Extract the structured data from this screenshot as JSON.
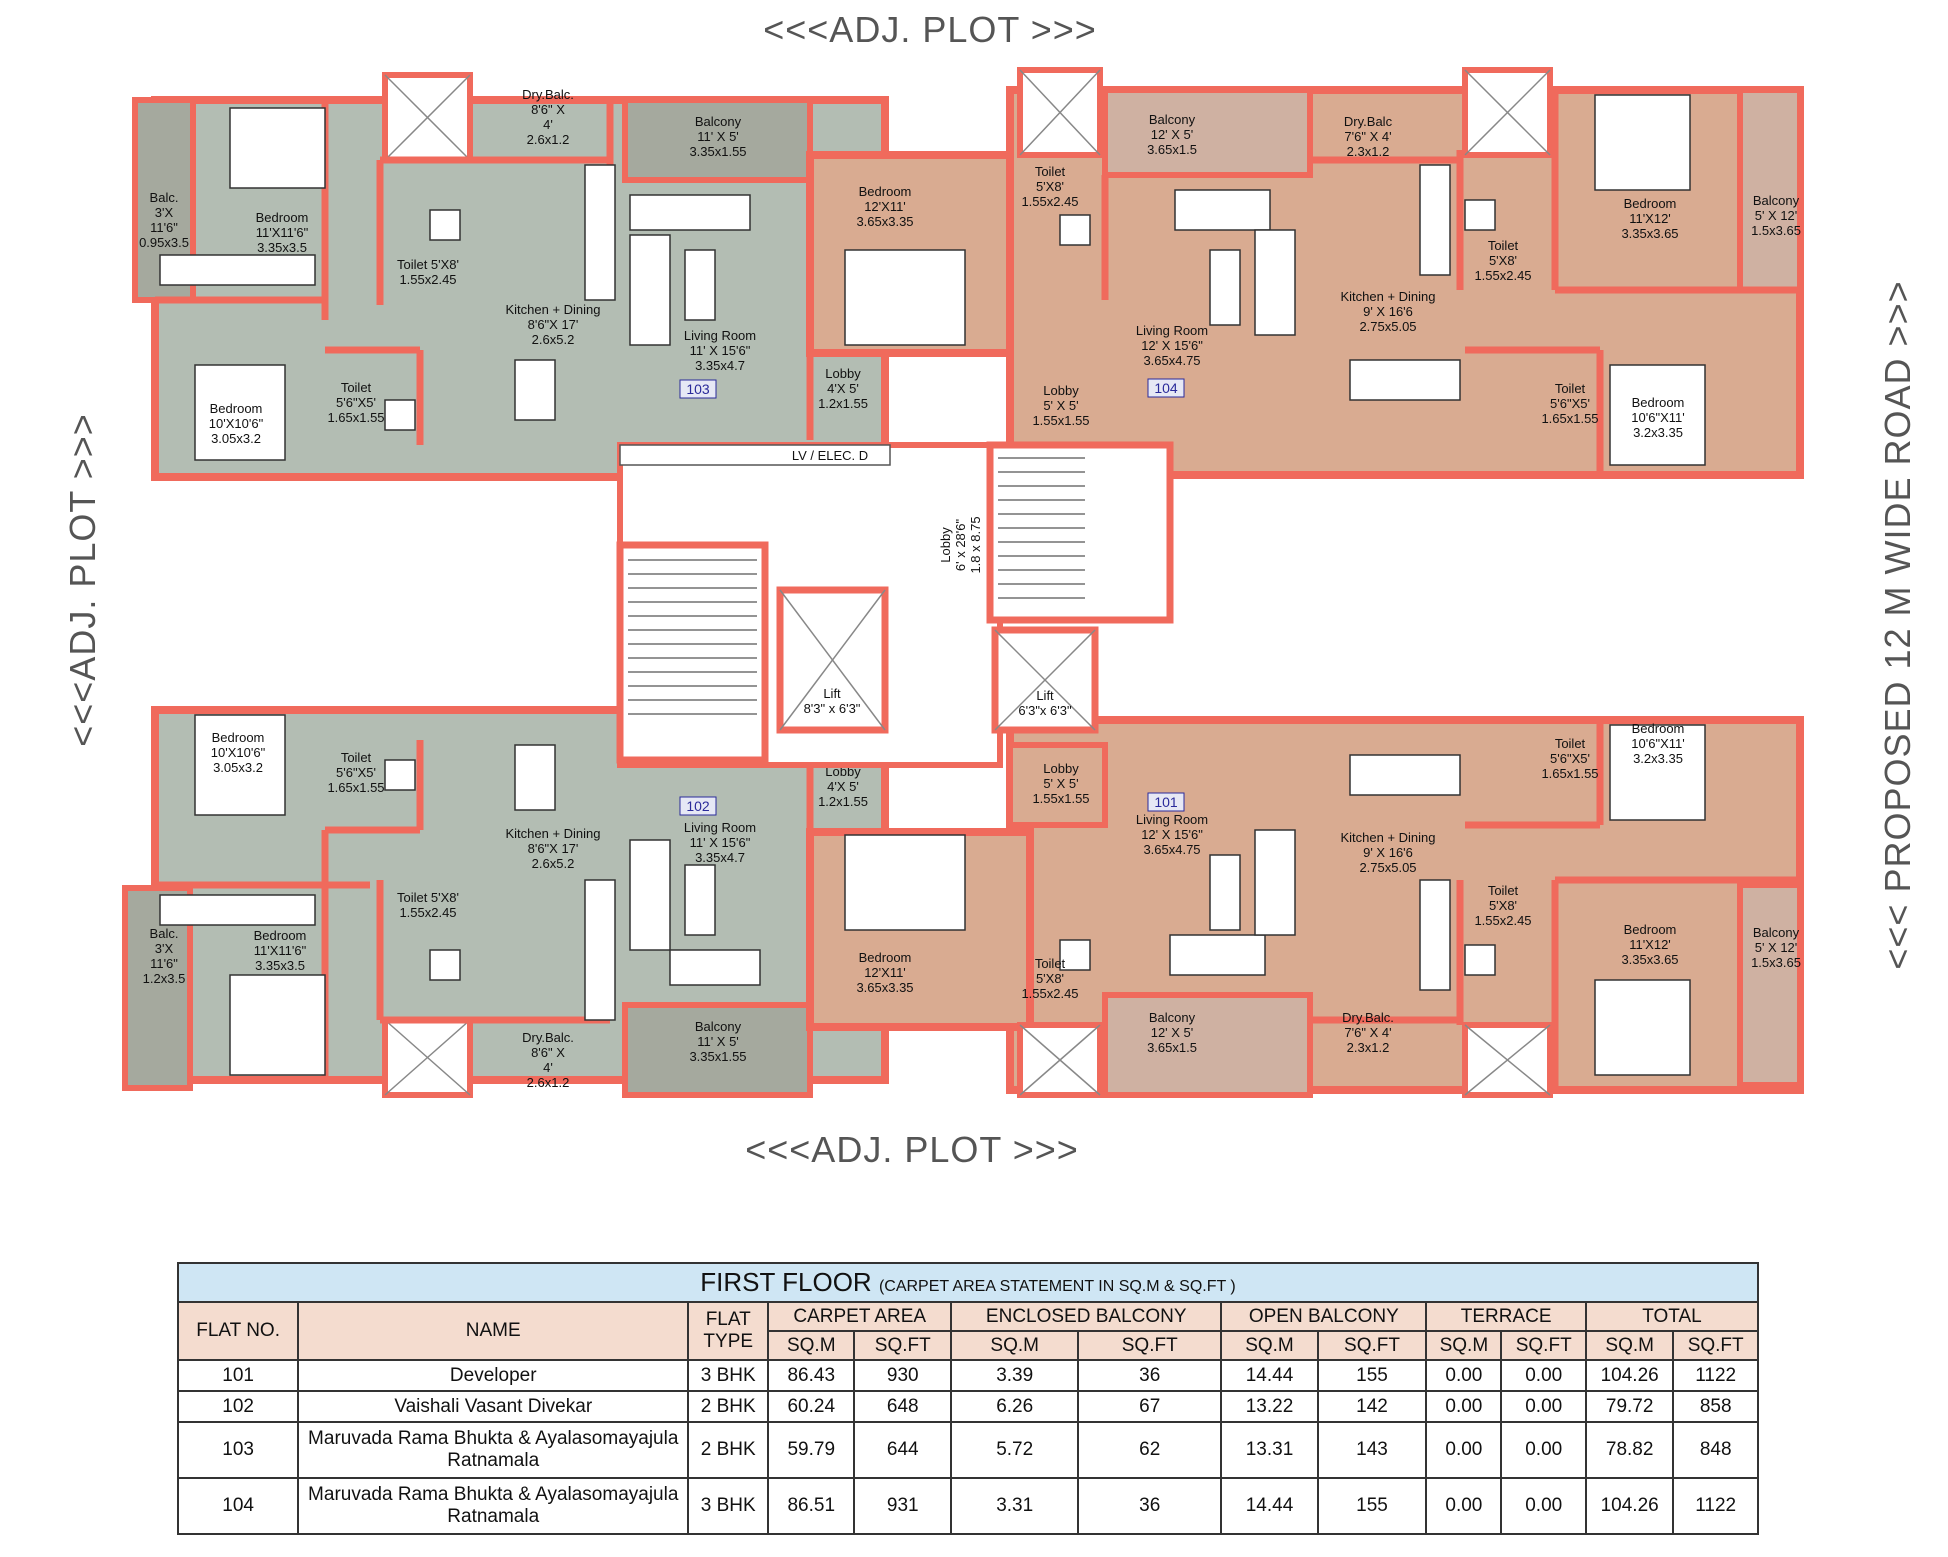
{
  "edge_labels": {
    "top": "<<<ADJ. PLOT >>>",
    "bottom": "<<<ADJ. PLOT >>>",
    "left": "<<<ADJ. PLOT >>>",
    "right": "<<< PROPOSED 12 M WIDE ROAD >>>"
  },
  "colors": {
    "wall": "#f06a5c",
    "flat_grey": "#b3bdb3",
    "flat_tan": "#d9ab91",
    "balcony_grey": "#a5a99e",
    "balcony_tan": "#cfb1a2",
    "table_caption_bg": "#cfe6f4",
    "table_header_bg": "#f4dccf"
  },
  "flats": {
    "f103": {
      "number": "103",
      "rooms": [
        {
          "id": "bal_a",
          "lines": [
            "Balc.",
            "3'X",
            "11'6\"",
            "0.95x3.5"
          ]
        },
        {
          "id": "bed_a",
          "lines": [
            "Bedroom",
            "11'X11'6\"",
            "3.35x3.5"
          ]
        },
        {
          "id": "dry",
          "lines": [
            "Dry.Balc.",
            "8'6\" X",
            "4'",
            "2.6x1.2"
          ]
        },
        {
          "id": "balcony",
          "lines": [
            "Balcony",
            "11' X 5'",
            "3.35x1.55"
          ]
        },
        {
          "id": "toilet_a",
          "lines": [
            "Toilet 5'X8'",
            "1.55x2.45"
          ]
        },
        {
          "id": "kitchen",
          "lines": [
            "Kitchen + Dining",
            "8'6\"X 17'",
            "2.6x5.2"
          ]
        },
        {
          "id": "living",
          "lines": [
            "Living Room",
            "11' X 15'6\"",
            "3.35x4.7"
          ]
        },
        {
          "id": "bed_b",
          "lines": [
            "Bedroom",
            "10'X10'6\"",
            "3.05x3.2"
          ]
        },
        {
          "id": "toilet_b",
          "lines": [
            "Toilet",
            "5'6\"X5'",
            "1.65x1.55"
          ]
        },
        {
          "id": "lobby",
          "lines": [
            "Lobby",
            "4'X 5'",
            "1.2x1.55"
          ]
        }
      ]
    },
    "f102": {
      "number": "102",
      "rooms": [
        {
          "id": "bed_b",
          "lines": [
            "Bedroom",
            "10'X10'6\"",
            "3.05x3.2"
          ]
        },
        {
          "id": "toilet_b",
          "lines": [
            "Toilet",
            "5'6\"X5'",
            "1.65x1.55"
          ]
        },
        {
          "id": "kitchen",
          "lines": [
            "Kitchen + Dining",
            "8'6\"X 17'",
            "2.6x5.2"
          ]
        },
        {
          "id": "living",
          "lines": [
            "Living Room",
            "11' X 15'6\"",
            "3.35x4.7"
          ]
        },
        {
          "id": "lobby",
          "lines": [
            "Lobby",
            "4'X 5'",
            "1.2x1.55"
          ]
        },
        {
          "id": "toilet_a",
          "lines": [
            "Toilet 5'X8'",
            "1.55x2.45"
          ]
        },
        {
          "id": "bal_a",
          "lines": [
            "Balc.",
            "3'X",
            "11'6\"",
            "1.2x3.5"
          ]
        },
        {
          "id": "bed_a",
          "lines": [
            "Bedroom",
            "11'X11'6\"",
            "3.35x3.5"
          ]
        },
        {
          "id": "dry",
          "lines": [
            "Dry.Balc.",
            "8'6\" X",
            "4'",
            "2.6x1.2"
          ]
        },
        {
          "id": "balcony",
          "lines": [
            "Balcony",
            "11' X 5'",
            "3.35x1.55"
          ]
        }
      ]
    },
    "f104": {
      "number": "104",
      "rooms": [
        {
          "id": "bed_c",
          "lines": [
            "Bedroom",
            "12'X11'",
            "3.65x3.35"
          ]
        },
        {
          "id": "toilet_c",
          "lines": [
            "Toilet",
            "5'X8'",
            "1.55x2.45"
          ]
        },
        {
          "id": "balcony",
          "lines": [
            "Balcony",
            "12' X 5'",
            "3.65x1.5"
          ]
        },
        {
          "id": "dry",
          "lines": [
            "Dry.Balc",
            "7'6\" X 4'",
            "2.3x1.2"
          ]
        },
        {
          "id": "bed_a",
          "lines": [
            "Bedroom",
            "11'X12'",
            "3.35x3.65"
          ]
        },
        {
          "id": "bal_side",
          "lines": [
            "Balcony",
            "5' X 12'",
            "1.5x3.65"
          ]
        },
        {
          "id": "toilet_a",
          "lines": [
            "Toilet",
            "5'X8'",
            "1.55x2.45"
          ]
        },
        {
          "id": "kitchen",
          "lines": [
            "Kitchen + Dining",
            "9' X 16'6",
            "2.75x5.05"
          ]
        },
        {
          "id": "living",
          "lines": [
            "Living Room",
            "12' X 15'6\"",
            "3.65x4.75"
          ]
        },
        {
          "id": "lobby",
          "lines": [
            "Lobby",
            "5' X 5'",
            "1.55x1.55"
          ]
        },
        {
          "id": "toilet_b",
          "lines": [
            "Toilet",
            "5'6\"X5'",
            "1.65x1.55"
          ]
        },
        {
          "id": "bed_b",
          "lines": [
            "Bedroom",
            "10'6\"X11'",
            "3.2x3.35"
          ]
        }
      ]
    },
    "f101": {
      "number": "101",
      "rooms": [
        {
          "id": "lobby",
          "lines": [
            "Lobby",
            "5' X 5'",
            "1.55x1.55"
          ]
        },
        {
          "id": "living",
          "lines": [
            "Living Room",
            "12' X 15'6\"",
            "3.65x4.75"
          ]
        },
        {
          "id": "kitchen",
          "lines": [
            "Kitchen + Dining",
            "9' X 16'6",
            "2.75x5.05"
          ]
        },
        {
          "id": "toilet_b",
          "lines": [
            "Toilet",
            "5'6\"X5'",
            "1.65x1.55"
          ]
        },
        {
          "id": "bed_b",
          "lines": [
            "Bedroom",
            "10'6\"X11'",
            "3.2x3.35"
          ]
        },
        {
          "id": "toilet_a",
          "lines": [
            "Toilet",
            "5'X8'",
            "1.55x2.45"
          ]
        },
        {
          "id": "bed_a",
          "lines": [
            "Bedroom",
            "11'X12'",
            "3.35x3.65"
          ]
        },
        {
          "id": "bal_side",
          "lines": [
            "Balcony",
            "5' X 12'",
            "1.5x3.65"
          ]
        },
        {
          "id": "bed_c",
          "lines": [
            "Bedroom",
            "12'X11'",
            "3.65x3.35"
          ]
        },
        {
          "id": "toilet_c",
          "lines": [
            "Toilet",
            "5'X8'",
            "1.55x2.45"
          ]
        },
        {
          "id": "balcony",
          "lines": [
            "Balcony",
            "12' X 5'",
            "3.65x1.5"
          ]
        },
        {
          "id": "dry",
          "lines": [
            "Dry.Balc.",
            "7'6\" X 4'",
            "2.3x1.2"
          ]
        }
      ]
    }
  },
  "core": {
    "lobby": {
      "lines": [
        "Lobby",
        "6' x 28'6\"",
        "1.8 x 8.75"
      ]
    },
    "lift_left": {
      "lines": [
        "Lift",
        "8'3\" x 6'3\""
      ]
    },
    "lift_right": {
      "lines": [
        "Lift",
        "6'3\"x 6'3\""
      ]
    },
    "duct": "LV / ELEC. D"
  },
  "table": {
    "title": "FIRST FLOOR",
    "subtitle": "(CARPET AREA STATEMENT IN SQ.M & SQ.FT )",
    "headers": {
      "flat_no": "FLAT NO.",
      "name": "NAME",
      "flat_type": "FLAT TYPE",
      "carpet": "CARPET AREA",
      "enclosed": "ENCLOSED BALCONY",
      "open": "OPEN BALCONY",
      "terrace": "TERRACE",
      "total": "TOTAL",
      "sqm": "SQ.M",
      "sqft": "SQ.FT"
    },
    "rows": [
      {
        "flat": "101",
        "name": "Developer",
        "type": "3 BHK",
        "carpet_sqm": "86.43",
        "carpet_sqft": "930",
        "enc_sqm": "3.39",
        "enc_sqft": "36",
        "open_sqm": "14.44",
        "open_sqft": "155",
        "ter_sqm": "0.00",
        "ter_sqft": "0.00",
        "tot_sqm": "104.26",
        "tot_sqft": "1122"
      },
      {
        "flat": "102",
        "name": "Vaishali Vasant Divekar",
        "type": "2 BHK",
        "carpet_sqm": "60.24",
        "carpet_sqft": "648",
        "enc_sqm": "6.26",
        "enc_sqft": "67",
        "open_sqm": "13.22",
        "open_sqft": "142",
        "ter_sqm": "0.00",
        "ter_sqft": "0.00",
        "tot_sqm": "79.72",
        "tot_sqft": "858"
      },
      {
        "flat": "103",
        "name": "Maruvada Rama Bhukta & Ayalasomayajula Ratnamala",
        "type": "2 BHK",
        "carpet_sqm": "59.79",
        "carpet_sqft": "644",
        "enc_sqm": "5.72",
        "enc_sqft": "62",
        "open_sqm": "13.31",
        "open_sqft": "143",
        "ter_sqm": "0.00",
        "ter_sqft": "0.00",
        "tot_sqm": "78.82",
        "tot_sqft": "848"
      },
      {
        "flat": "104",
        "name": "Maruvada Rama Bhukta & Ayalasomayajula Ratnamala",
        "type": "3 BHK",
        "carpet_sqm": "86.51",
        "carpet_sqft": "931",
        "enc_sqm": "3.31",
        "enc_sqft": "36",
        "open_sqm": "14.44",
        "open_sqft": "155",
        "ter_sqm": "0.00",
        "ter_sqft": "0.00",
        "tot_sqm": "104.26",
        "tot_sqft": "1122"
      }
    ]
  }
}
